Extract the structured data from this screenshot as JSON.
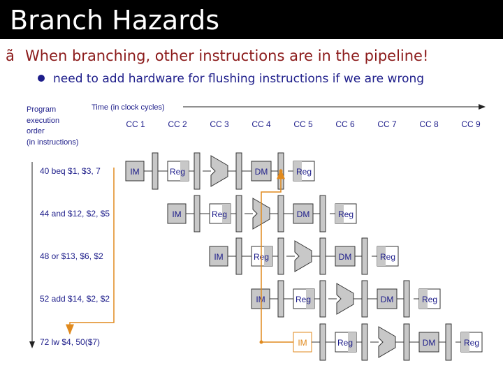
{
  "slide": {
    "title": "Branch Hazards",
    "bullet1_mark": "ã",
    "bullet1": "When branching, other instructions are in the pipeline!",
    "bullet2": "need to add hardware for flushing instructions if we are wrong"
  },
  "diagram": {
    "order_label": [
      "Program",
      "execution",
      "order",
      "(in instructions)"
    ],
    "time_label": "Time (in clock cycles)",
    "cycles": [
      "CC 1",
      "CC 2",
      "CC 3",
      "CC 4",
      "CC 5",
      "CC 6",
      "CC 7",
      "CC 8",
      "CC 9"
    ],
    "instructions": [
      {
        "label": "40 beq $1, $3, 7",
        "start": 0
      },
      {
        "label": "44 and $12, $2, $5",
        "start": 1
      },
      {
        "label": "48 or $13, $6, $2",
        "start": 2
      },
      {
        "label": "52 add $14, $2, $2",
        "start": 3
      },
      {
        "label": "72 lw $4, 50($7)",
        "start": 4,
        "highlight_im": true
      }
    ],
    "stages": {
      "im": "IM",
      "reg": "Reg",
      "dm": "DM"
    },
    "highlight_color": "#e08a1e",
    "stage_fill": "#c8c8c8"
  }
}
